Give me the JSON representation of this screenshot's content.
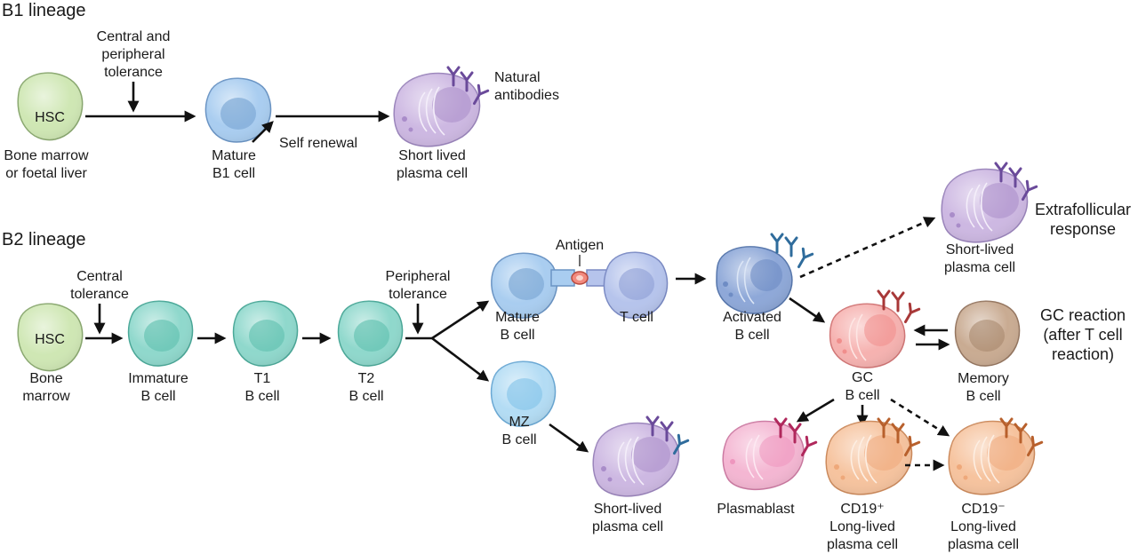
{
  "b1": {
    "heading": "B1 lineage",
    "hsc": "HSC",
    "origin": [
      "Bone marrow",
      "or foetal liver"
    ],
    "tolerance": [
      "Central and",
      "peripheral",
      "tolerance"
    ],
    "mature": [
      "Mature",
      "B1 cell"
    ],
    "self_renewal": "Self renewal",
    "plasma": [
      "Short lived",
      "plasma cell"
    ],
    "natural": [
      "Natural",
      "antibodies"
    ]
  },
  "b2": {
    "heading": "B2 lineage",
    "central": [
      "Central",
      "tolerance"
    ],
    "hsc": "HSC",
    "origin": [
      "Bone",
      "marrow"
    ],
    "immature": [
      "Immature",
      "B cell"
    ],
    "t1": [
      "T1",
      "B cell"
    ],
    "t2": [
      "T2",
      "B cell"
    ],
    "peripheral": [
      "Peripheral",
      "tolerance"
    ],
    "antigen": "Antigen",
    "mature": [
      "Mature",
      "B cell"
    ],
    "tcell": "T cell",
    "activated": [
      "Activated",
      "B cell"
    ],
    "extra_plasma": [
      "Short-lived",
      "plasma cell"
    ],
    "extrafollicular": [
      "Extrafollicular",
      "response"
    ],
    "gc_reaction": [
      "GC reaction",
      "(after T cell",
      "reaction)"
    ],
    "gc": [
      "GC",
      "B cell"
    ],
    "memory": [
      "Memory",
      "B cell"
    ],
    "mz": [
      "MZ",
      "B cell"
    ],
    "mz_plasma": [
      "Short-lived",
      "plasma cell"
    ],
    "plasmablast": "Plasmablast",
    "cd19pos": [
      "CD19⁺",
      "Long-lived",
      "plasma cell"
    ],
    "cd19neg": [
      "CD19⁻",
      "Long-lived",
      "plasma cell"
    ]
  },
  "colors": {
    "hsc": "#cfe7b4",
    "mature_b1": "#a9cdf0",
    "plasma": "#cdb8e2",
    "teal": "#8fd8cc",
    "mature_b2": "#a9cdf0",
    "tcell": "#b6c4ec",
    "activated": "#8ea8d8",
    "gc": "#f6b2b0",
    "memory": "#c9ab92",
    "mz": "#b3dcf4",
    "plasmablast": "#f4b6d2",
    "longlived": "#f6c39e",
    "ab_purple": "#6a4a9a",
    "ab_blue": "#2f6c9c",
    "ab_red": "#a83838",
    "ab_magenta": "#b0285c",
    "ab_orange": "#b8602c"
  }
}
